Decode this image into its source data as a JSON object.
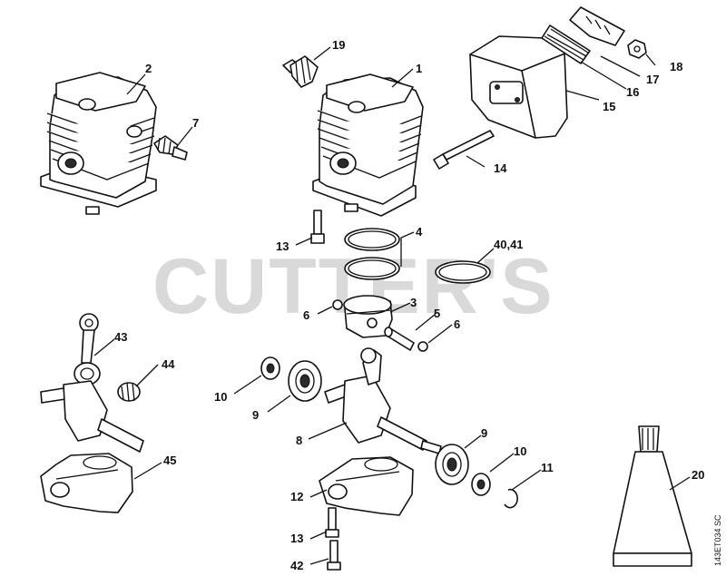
{
  "watermark": "CUTTER'S",
  "drawing_ref": "143ET034 SC",
  "callouts": [
    {
      "id": "c1",
      "label": "1"
    },
    {
      "id": "c2",
      "label": "2"
    },
    {
      "id": "c3",
      "label": "3"
    },
    {
      "id": "c4",
      "label": "4"
    },
    {
      "id": "c5",
      "label": "5"
    },
    {
      "id": "c6a",
      "label": "6"
    },
    {
      "id": "c6b",
      "label": "6"
    },
    {
      "id": "c7",
      "label": "7"
    },
    {
      "id": "c8",
      "label": "8"
    },
    {
      "id": "c9a",
      "label": "9"
    },
    {
      "id": "c9b",
      "label": "9"
    },
    {
      "id": "c10a",
      "label": "10"
    },
    {
      "id": "c10b",
      "label": "10"
    },
    {
      "id": "c11",
      "label": "11"
    },
    {
      "id": "c12",
      "label": "12"
    },
    {
      "id": "c13a",
      "label": "13"
    },
    {
      "id": "c13b",
      "label": "13"
    },
    {
      "id": "c14",
      "label": "14"
    },
    {
      "id": "c15",
      "label": "15"
    },
    {
      "id": "c16",
      "label": "16"
    },
    {
      "id": "c17",
      "label": "17"
    },
    {
      "id": "c18",
      "label": "18"
    },
    {
      "id": "c19",
      "label": "19"
    },
    {
      "id": "c20",
      "label": "20"
    },
    {
      "id": "c4041",
      "label": "40,41"
    },
    {
      "id": "c42",
      "label": "42"
    },
    {
      "id": "c43",
      "label": "43"
    },
    {
      "id": "c44",
      "label": "44"
    },
    {
      "id": "c45",
      "label": "45"
    }
  ]
}
